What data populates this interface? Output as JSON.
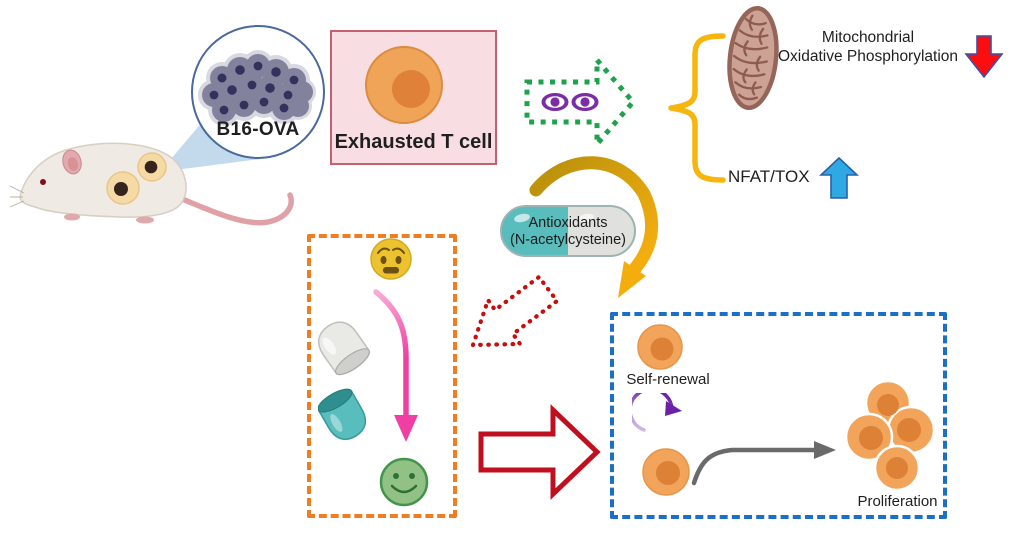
{
  "figure": {
    "tumor_injection": {
      "cell_line_label": "B16-OVA"
    },
    "exhausted_t_cell": {
      "label": "Exhausted T cell"
    },
    "observations": {
      "oxidative_phosphorylation": {
        "line1": "Mitochondrial",
        "line2": "Oxidative Phosphorylation",
        "trend": "down"
      },
      "nfat_tox": {
        "label": "NFAT/TOX",
        "trend": "up"
      }
    },
    "treatment": {
      "line1": "Antioxidants",
      "line2": "(N-acetylcysteine)"
    },
    "outcome": {
      "self_renewal_label": "Self-renewal",
      "proliferation_label": "Proliferation"
    }
  },
  "icons": {
    "mouse": "white lab mouse with tumors",
    "tumor_cells": "dark tumor cell cluster in magnifier circle",
    "t_cell": "orange cell with nucleus",
    "eye": "purple observation eye",
    "mitochondria": "brown mitochondrion",
    "down_arrow": "red down arrow",
    "up_arrow": "blue up arrow",
    "curved_arrow": "gold curved arrow",
    "brace": "gold curly brace",
    "capsule": "antioxidant capsule",
    "anguished_face": "worried emoji",
    "capsule_half_white": "white capsule half",
    "capsule_half_teal": "teal capsule half",
    "pink_arrow": "pink down arrow",
    "smiley_face": "green smiley face",
    "dotted_arrow": "red dotted outline arrow",
    "block_arrow": "red outlined block arrow",
    "cycle_arrow": "purple self-renewal cycle arrow",
    "gray_arrow": "gray transition arrow",
    "cell_cluster": "proliferating cell cluster"
  },
  "colors": {
    "green_arrow": "#1EA24B",
    "purple": "#7A2DA6",
    "gold": "#F3AE0E",
    "red_dotted": "#C90D0D",
    "red_block_arrow": "#C00F1E",
    "red_down_arrow": "#FB0D10",
    "blue_up_arrow": "#2FA9E4",
    "orange_box": "#EF7D22",
    "blue_box": "#1C6FC7",
    "pink_box_fill": "#F8DEE2",
    "pink_box_border": "#C65F72",
    "cell_orange": "#F2A45B",
    "cell_nucleus": "#DC8136",
    "capsule_teal": "#58BDBC",
    "pink_arrow": "#F03FA3",
    "smiley_green": "#92C186",
    "emoji_yellow": "#EDC22F",
    "mitochondria": "#CBA294"
  }
}
